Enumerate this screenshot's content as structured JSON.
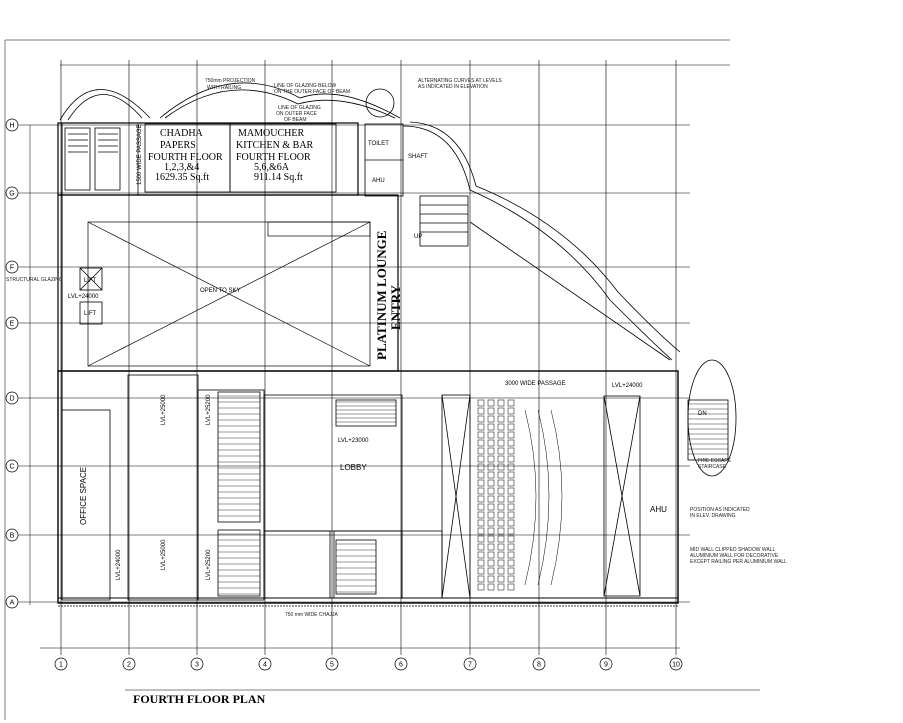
{
  "title": "FOURTH FLOOR PLAN",
  "column_grid": [
    "1",
    "2",
    "3",
    "4",
    "5",
    "6",
    "7",
    "8",
    "9",
    "10"
  ],
  "row_grid": [
    "H",
    "G",
    "F",
    "E",
    "D",
    "C",
    "B",
    "A"
  ],
  "rooms": {
    "chadha": [
      "CHADHA",
      "PAPERS",
      "FOURTH FLOOR",
      "1,2,3,&4",
      "1629.35 Sq.ft"
    ],
    "mamoucher": [
      "MAMOUCHER",
      "KITCHEN & BAR",
      "FOURTH FLOOR",
      "5,6,&6A",
      "911.14 Sq.ft"
    ],
    "lounge": [
      "PLATINUM LOUNGE",
      "ENTRY"
    ],
    "lobby": "LOBBY",
    "lobby_level": "LVL+23000",
    "open_to_sky": "OPEN TO SKY",
    "office_space": "OFFICE SPACE",
    "ahu_right": "AHU",
    "ahu_top": "AHU",
    "toilet": "TOILET",
    "shaft": "SHAFT",
    "lift_1": "LIFT",
    "lift_2": "LIFT",
    "level_left": "LVL+24000",
    "level_1": "LVL+25000",
    "level_2": "LVL+25000",
    "level_3": "LVL+25200",
    "level_4": "LVL+24000",
    "level_5": "LVL+25200",
    "passage_left": "1500 WIDE PASSAGE",
    "passage_mid": "3000 WIDE PASSAGE",
    "level_right": "LVL+24000",
    "up": "UP",
    "dn": "DN"
  },
  "annotations": {
    "projection": "750mm PROJECTION",
    "projection_sub": "WITH RAILING",
    "glazing_below": "LINE OF GLAZING BELOW",
    "glazing_below_2": "ON THE OUTER FACE OF BEAM",
    "glazing_outer": "LINE OF GLAZING",
    "glazing_outer_2": "ON OUTER FACE",
    "glazing_outer_3": "OF BEAM",
    "curves": "ALTERNATING CURVES AT LEVELS",
    "curves_2": "AS INDICATED IN ELEVATION",
    "structural_glazing": "STRUCTURAL GLAZING",
    "chajja": "750 mm WIDE CHAJJA",
    "fire_escape": "FIRE ESCAPE",
    "fire_escape_2": "STAIRCASE",
    "position": "POSITION AS INDICATED",
    "position_2": "IN ELEV. DRAWING",
    "clipped_note": "MID WALL CLIPPED SHADOW WALL",
    "clipped_note_2": "ALUMINIUM WALL FOR DECORATIVE",
    "clipped_note_3": "EXCEPT RAILING PER ALUMINIUM WALL"
  }
}
